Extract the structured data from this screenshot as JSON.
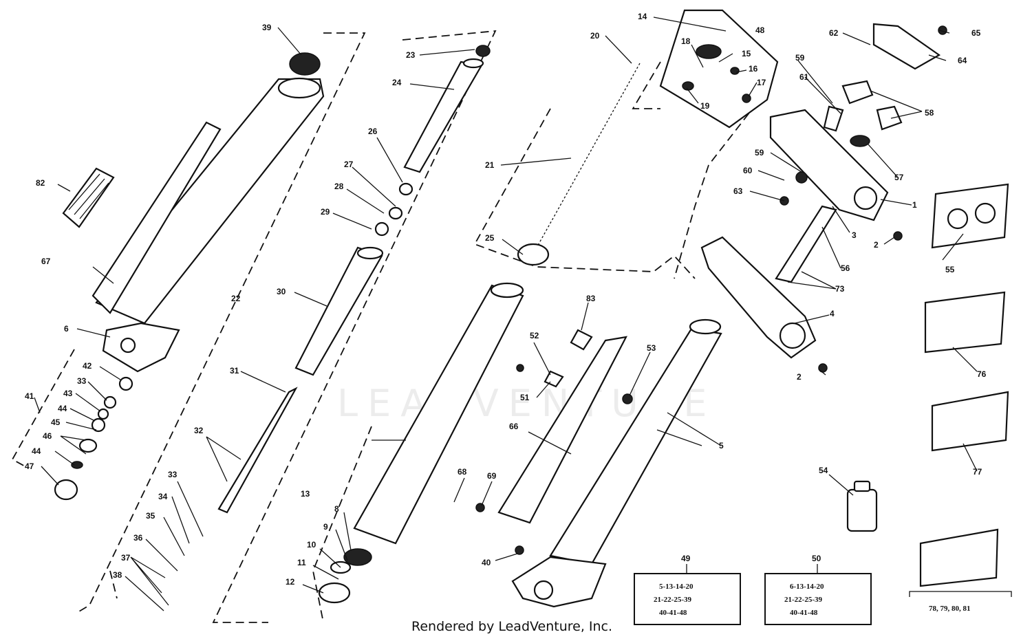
{
  "watermark": "LEADVENTURE",
  "credit": "Rendered by LeadVenture, Inc.",
  "labels": {
    "l1": "1",
    "l2a": "2",
    "l2b": "2",
    "l3": "3",
    "l4": "4",
    "l5": "5",
    "l6": "6",
    "l8": "8",
    "l9": "9",
    "l10": "10",
    "l11": "11",
    "l12": "12",
    "l13": "13",
    "l14": "14",
    "l15": "15",
    "l16": "16",
    "l17": "17",
    "l18": "18",
    "l19": "19",
    "l20": "20",
    "l21": "21",
    "l22": "22",
    "l23": "23",
    "l24": "24",
    "l25": "25",
    "l26": "26",
    "l27": "27",
    "l28": "28",
    "l29": "29",
    "l30": "30",
    "l31": "31",
    "l32": "32",
    "l33a": "33",
    "l33b": "33",
    "l34": "34",
    "l35": "35",
    "l36": "36",
    "l37": "37",
    "l38": "38",
    "l39": "39",
    "l40": "40",
    "l41": "41",
    "l42": "42",
    "l43": "43",
    "l44a": "44",
    "l44b": "44",
    "l45": "45",
    "l46": "46",
    "l47": "47",
    "l48": "48",
    "l49": "49",
    "l50": "50",
    "l51": "51",
    "l52": "52",
    "l53": "53",
    "l54": "54",
    "l55": "55",
    "l56": "56",
    "l57": "57",
    "l58": "58",
    "l59a": "59",
    "l59b": "59",
    "l60": "60",
    "l61": "61",
    "l62": "62",
    "l63": "63",
    "l64": "64",
    "l65": "65",
    "l66": "66",
    "l67": "67",
    "l68": "68",
    "l69": "69",
    "l73": "73",
    "l76": "76",
    "l77": "77",
    "l82": "82",
    "l83": "83"
  },
  "kit_49": {
    "number": "49",
    "lines": [
      "5-13-14-20",
      "21-22-25-39",
      "40-41-48"
    ]
  },
  "kit_50": {
    "number": "50",
    "lines": [
      "6-13-14-20",
      "21-22-25-39",
      "40-41-48"
    ]
  },
  "kit_78": {
    "caption": "78, 79, 80, 81"
  }
}
